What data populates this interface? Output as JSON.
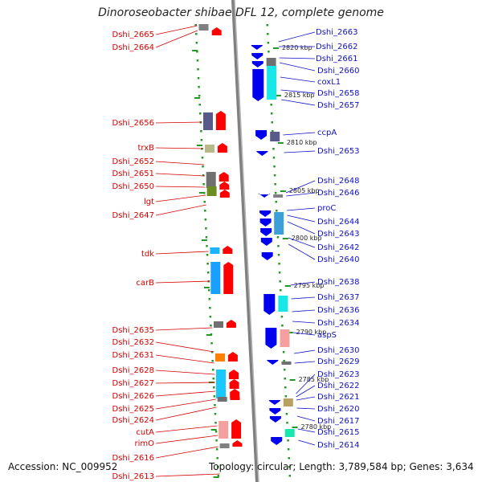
{
  "title": "Dinoroseobacter shibae DFL 12, complete genome",
  "footer": {
    "accession": "Accession: NC_009952",
    "topology": "Topology: circular; Length: 3,789,584 bp; Genes: 3,634"
  },
  "colors": {
    "forward_label": "#d40000",
    "reverse_label": "#1010c8",
    "forward_feature": "#ff0000",
    "reverse_feature": "#0000ee",
    "backbone": "#808080",
    "ticks": "#229922"
  },
  "left_labels": [
    "Dshi_2665",
    "Dshi_2664",
    "Dshi_2656",
    "trxB",
    "Dshi_2652",
    "Dshi_2651",
    "Dshi_2650",
    "lgt",
    "Dshi_2647",
    "tdk",
    "carB",
    "Dshi_2635",
    "Dshi_2632",
    "Dshi_2631",
    "Dshi_2628",
    "Dshi_2627",
    "Dshi_2626",
    "Dshi_2625",
    "Dshi_2624",
    "cutA",
    "rimO",
    "Dshi_2616",
    "Dshi_2613"
  ],
  "right_labels": [
    "Dshi_2663",
    "Dshi_2662",
    "Dshi_2661",
    "Dshi_2660",
    "coxL1",
    "Dshi_2658",
    "Dshi_2657",
    "ccpA",
    "Dshi_2653",
    "Dshi_2648",
    "Dshi_2646",
    "proC",
    "Dshi_2644",
    "Dshi_2643",
    "Dshi_2642",
    "Dshi_2640",
    "Dshi_2638",
    "Dshi_2637",
    "Dshi_2636",
    "Dshi_2634",
    "aspS",
    "Dshi_2630",
    "Dshi_2629",
    "Dshi_2623",
    "Dshi_2622",
    "Dshi_2621",
    "Dshi_2620",
    "Dshi_2617",
    "Dshi_2615",
    "Dshi_2614"
  ],
  "kbp_labels": [
    "2820 kbp",
    "2815 kbp",
    "2810 kbp",
    "2805 kbp",
    "2800 kbp",
    "2795 kbp",
    "2790 kbp",
    "2785 kbp",
    "2780 kbp"
  ]
}
